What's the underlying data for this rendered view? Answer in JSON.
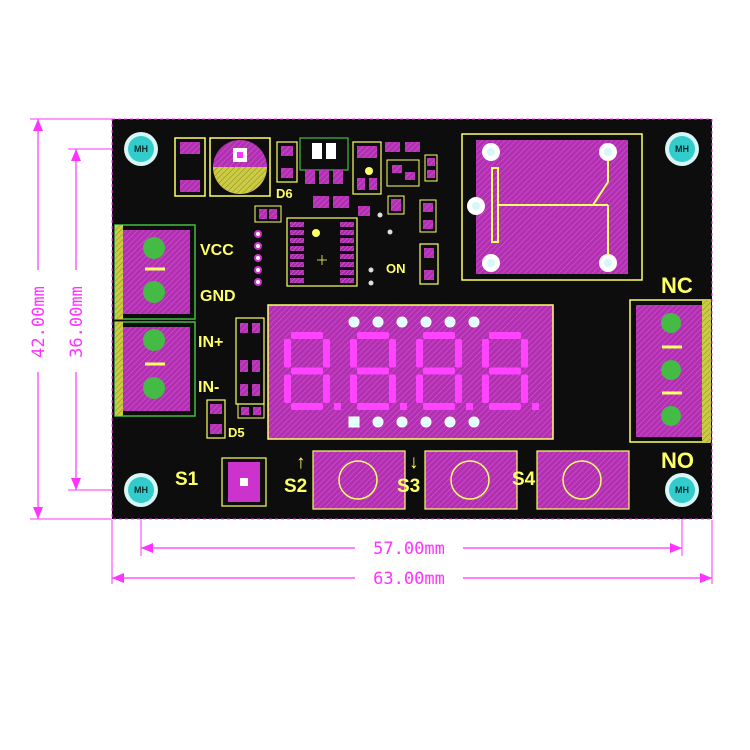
{
  "dimensions": {
    "height_outer": "42.00mm",
    "height_inner": "36.00mm",
    "width_inner": "57.00mm",
    "width_outer": "63.00mm"
  },
  "labels": {
    "vcc": "VCC",
    "gnd": "GND",
    "in_plus": "IN+",
    "in_minus": "IN-",
    "on": "ON",
    "d5": "D5",
    "d6": "D6",
    "nc": "NC",
    "no": "NO",
    "s1": "S1",
    "s2": "S2",
    "s3": "S3",
    "s4": "S4",
    "arrow_up": "↑",
    "arrow_down": "↓"
  },
  "mounting_hole_label": "MH",
  "colors": {
    "board": "#0d0d0d",
    "magenta": "#cc33cc",
    "silkscreen": "#ffff66",
    "dimension": "#ff33ff",
    "terminal_green": "#44bb44",
    "hole_cyan": "#33cccc"
  }
}
